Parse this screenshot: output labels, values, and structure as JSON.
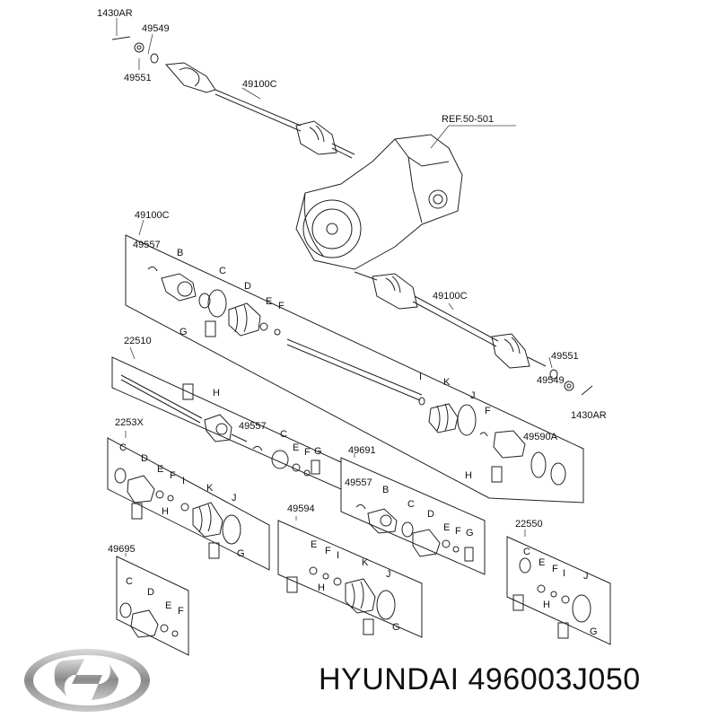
{
  "brand": {
    "name_text": "HYUNDAI 496003J050",
    "logo_icon": "hyundai-logo-icon"
  },
  "diagram": {
    "part_labels": {
      "top_bolt": "1430AR",
      "top_washer": "49549",
      "top_nut": "49551",
      "top_shaft": "49100C",
      "ref": "REF.50-501",
      "kit_main": "49100C",
      "kit_main_clip": "49557",
      "kit_main_b": "B",
      "kit_main_c": "C",
      "kit_main_d": "D",
      "kit_main_e": "E",
      "kit_main_f": "F",
      "kit_main_g": "G",
      "right_shaft": "49100C",
      "right_nut": "49551",
      "right_washer": "49549",
      "right_bolt": "1430AR",
      "shaft_22510": "22510",
      "shaft_22510_h": "H",
      "shaft_22510_clip": "49557",
      "shaft_22510_c": "C",
      "shaft_22510_e": "E",
      "shaft_22510_f": "F",
      "shaft_22510_g": "G",
      "kit_right_i": "I",
      "kit_right_k": "K",
      "kit_right_j": "J",
      "kit_right_f": "F",
      "kit_right_a": "49590A",
      "kit_right_h": "H",
      "box_2253x": "2253X",
      "box_2253x_c": "C",
      "box_2253x_d": "D",
      "box_2253x_e": "E",
      "box_2253x_f": "F",
      "box_2253x_i": "I",
      "box_2253x_k": "K",
      "box_2253x_j": "J",
      "box_2253x_h": "H",
      "box_2253x_g": "G",
      "box_49691": "49691",
      "box_49691_clip": "49557",
      "box_49691_b": "B",
      "box_49691_c": "C",
      "box_49691_d": "D",
      "box_49691_e": "E",
      "box_49691_f": "F",
      "box_49691_g": "G",
      "box_49594": "49594",
      "box_49594_e": "E",
      "box_49594_f": "F",
      "box_49594_i": "I",
      "box_49594_k": "K",
      "box_49594_j": "J",
      "box_49594_h": "H",
      "box_49594_g": "G",
      "box_22550": "22550",
      "box_22550_c": "C",
      "box_22550_e": "E",
      "box_22550_f": "F",
      "box_22550_i": "I",
      "box_22550_j": "J",
      "box_22550_h": "H",
      "box_22550_g": "G",
      "box_49695": "49695",
      "box_49695_c": "C",
      "box_49695_d": "D",
      "box_49695_e": "E",
      "box_49695_f": "F"
    }
  }
}
